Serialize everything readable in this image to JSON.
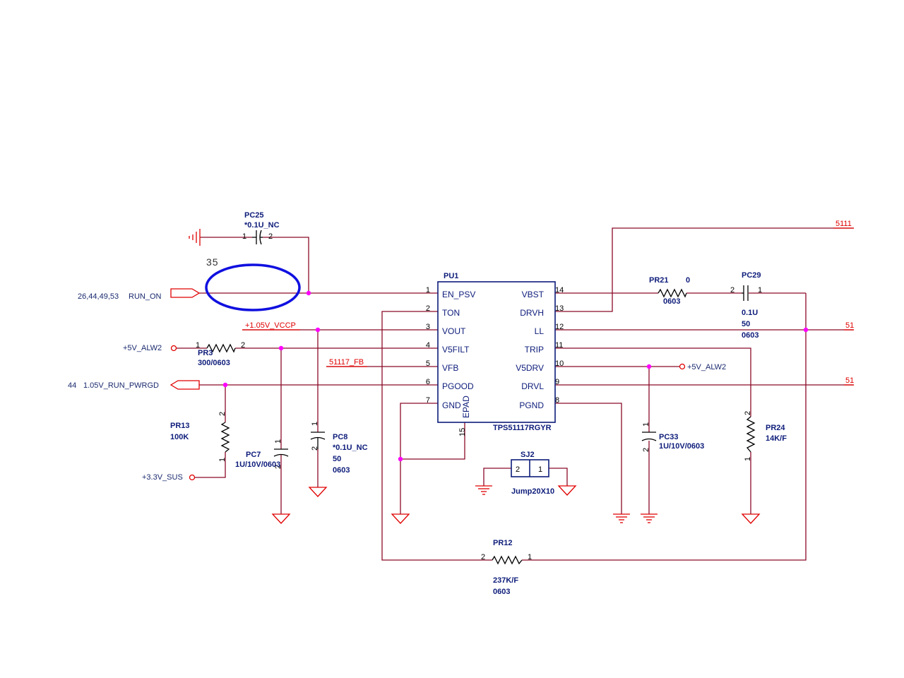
{
  "ic": {
    "ref": "PU1",
    "part": "TPS51117RGYR",
    "left_pins": [
      {
        "num": "1",
        "name": "EN_PSV"
      },
      {
        "num": "2",
        "name": "TON"
      },
      {
        "num": "3",
        "name": "VOUT"
      },
      {
        "num": "4",
        "name": "V5FILT"
      },
      {
        "num": "5",
        "name": "VFB"
      },
      {
        "num": "6",
        "name": "PGOOD"
      },
      {
        "num": "7",
        "name": "GND"
      }
    ],
    "right_pins": [
      {
        "num": "14",
        "name": "VBST"
      },
      {
        "num": "13",
        "name": "DRVH"
      },
      {
        "num": "12",
        "name": "LL"
      },
      {
        "num": "11",
        "name": "TRIP"
      },
      {
        "num": "10",
        "name": "V5DRV"
      },
      {
        "num": "9",
        "name": "DRVL"
      },
      {
        "num": "8",
        "name": "PGND"
      }
    ],
    "bottom_pin": {
      "num": "15",
      "name": "EPAD"
    }
  },
  "nets": {
    "run_on": "RUN_ON",
    "run_on_refs": "26,44,49,53",
    "alw2_left": "+5V_ALW2",
    "alw2_right": "+5V_ALW2",
    "vccp": "+1.05V_VCCP",
    "fb": "51117_FB",
    "pwrgd": "1.05V_RUN_PWRGD",
    "pwrgd_ref": "44",
    "sus": "+3.3V_SUS",
    "out_top": "5111",
    "out_ll": "51",
    "out_drvl": "51",
    "marker": "35"
  },
  "parts": {
    "PC25": {
      "ref": "PC25",
      "value": "*0.1U_NC",
      "p1": "1",
      "p2": "2"
    },
    "PR3": {
      "ref": "PR3",
      "value": "300/0603",
      "p1": "1",
      "p2": "2"
    },
    "PR13": {
      "ref": "PR13",
      "value": "100K",
      "p1": "1",
      "p2": "2"
    },
    "PC7": {
      "ref": "PC7",
      "value": "1U/10V/0603",
      "p1": "1",
      "p2": "2"
    },
    "PC8": {
      "ref": "PC8",
      "value": "*0.1U_NC",
      "v2": "50",
      "v3": "0603",
      "p1": "1",
      "p2": "2"
    },
    "PR21": {
      "ref": "PR21",
      "value": "0",
      "pkg": "0603"
    },
    "PC29": {
      "ref": "PC29",
      "value": "0.1U",
      "v2": "50",
      "v3": "0603",
      "p1": "1",
      "p2": "2"
    },
    "PC33": {
      "ref": "PC33",
      "value": "1U/10V/0603",
      "p1": "1",
      "p2": "2"
    },
    "PR24": {
      "ref": "PR24",
      "value": "14K/F",
      "p1": "1",
      "p2": "2"
    },
    "SJ2": {
      "ref": "SJ2",
      "value": "Jump20X10",
      "p1": "1",
      "p2": "2"
    },
    "PR12": {
      "ref": "PR12",
      "value": "237K/F",
      "v2": "0603",
      "p1": "1",
      "p2": "2"
    }
  }
}
